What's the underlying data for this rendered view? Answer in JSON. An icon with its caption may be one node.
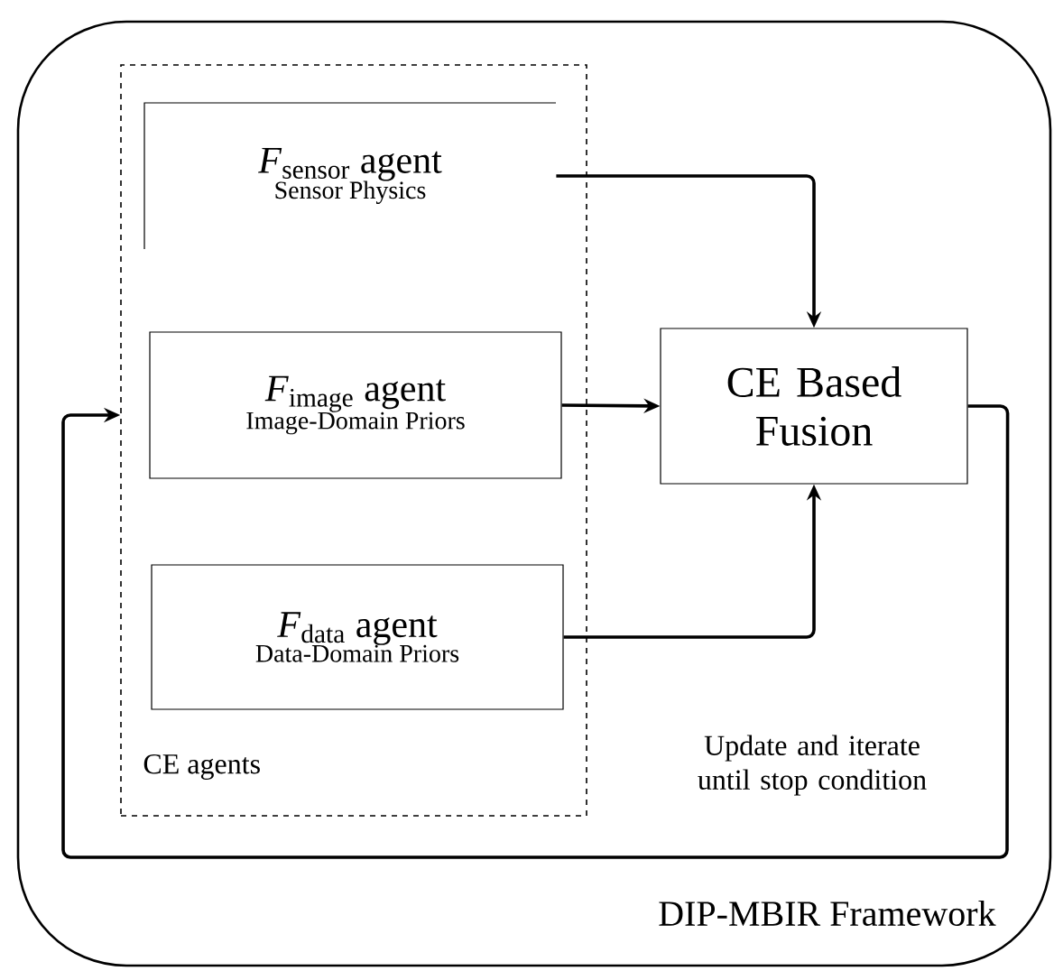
{
  "diagram": {
    "nodes": [
      {
        "text": [
          "DIP-MBIR Framework"
        ]
      },
      {
        "text": [
          "CE agents"
        ],
        "in": 0
      },
      {
        "text": [
          "*F*$_{sensor}$ agent",
          "Sensor Physics"
        ],
        "in": 1
      },
      {
        "text": [
          "*F*$_{image}$ agent",
          "Image-Domain Priors"
        ],
        "in": 1
      },
      {
        "text": [
          "*F*$_{data}$ agent",
          "Data-Domain Priors"
        ],
        "in": 1
      },
      {
        "text": [
          "CE Based Fusion"
        ],
        "in": 0
      }
    ],
    "edges": [
      {
        "from": 2,
        "to": 5,
        "arrow": "to"
      },
      {
        "from": 3,
        "to": 5,
        "arrow": "to"
      },
      {
        "from": 4,
        "to": 5,
        "arrow": "to"
      },
      {
        "from": 5,
        "to": 1,
        "arrow": "to"
      }
    ],
    "labels": [
      "Update and iterate until stop condition"
    ]
  }
}
